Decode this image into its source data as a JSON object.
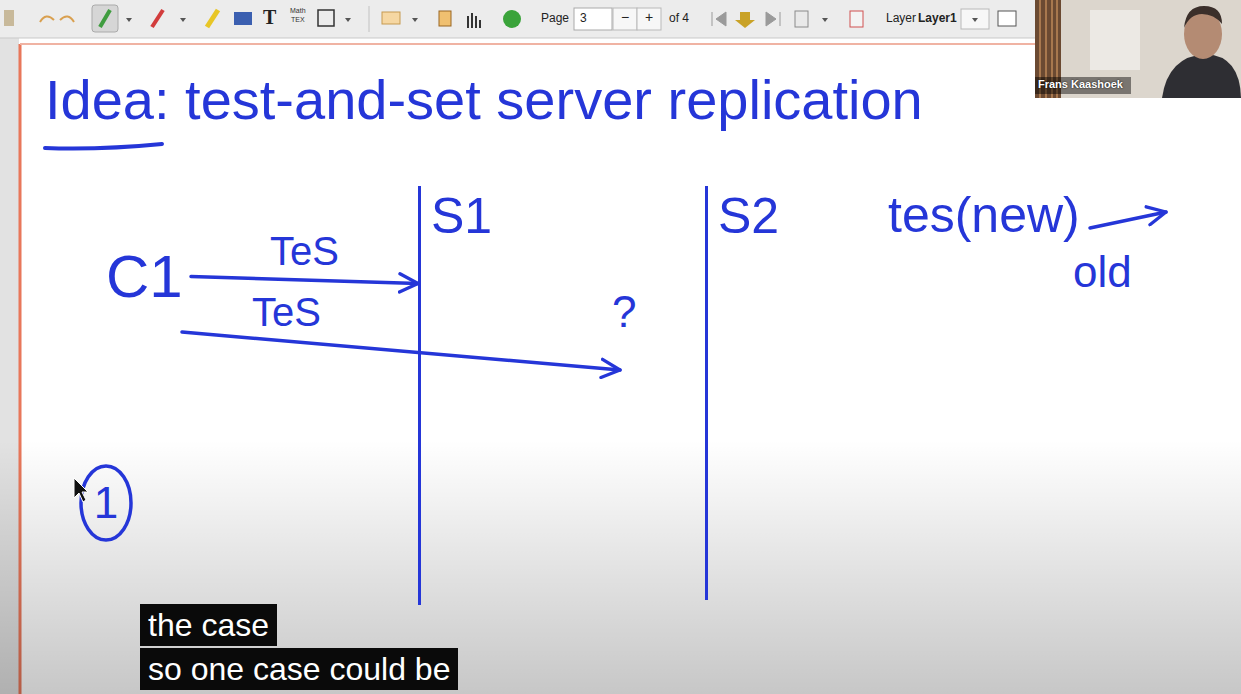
{
  "diagram": {
    "title": "Idea: test-and-set server replication",
    "nodes": [
      {
        "text": [
          "C1"
        ]
      },
      {
        "text": [
          "S1"
        ]
      },
      {
        "text": [
          "S2"
        ]
      }
    ],
    "edges": [
      {
        "from": 0,
        "to": 1,
        "arrow": "to",
        "label": "TeS"
      }
    ],
    "labels": [
      "T",
      "Math",
      "TEX",
      "Page",
      "3",
      "−",
      "+",
      "of 4",
      "Layer",
      "Layer1",
      "Frans Kaashoek",
      "TeS",
      "?",
      "tes(new)",
      "old",
      "1",
      "the case",
      "so one case could be"
    ]
  }
}
